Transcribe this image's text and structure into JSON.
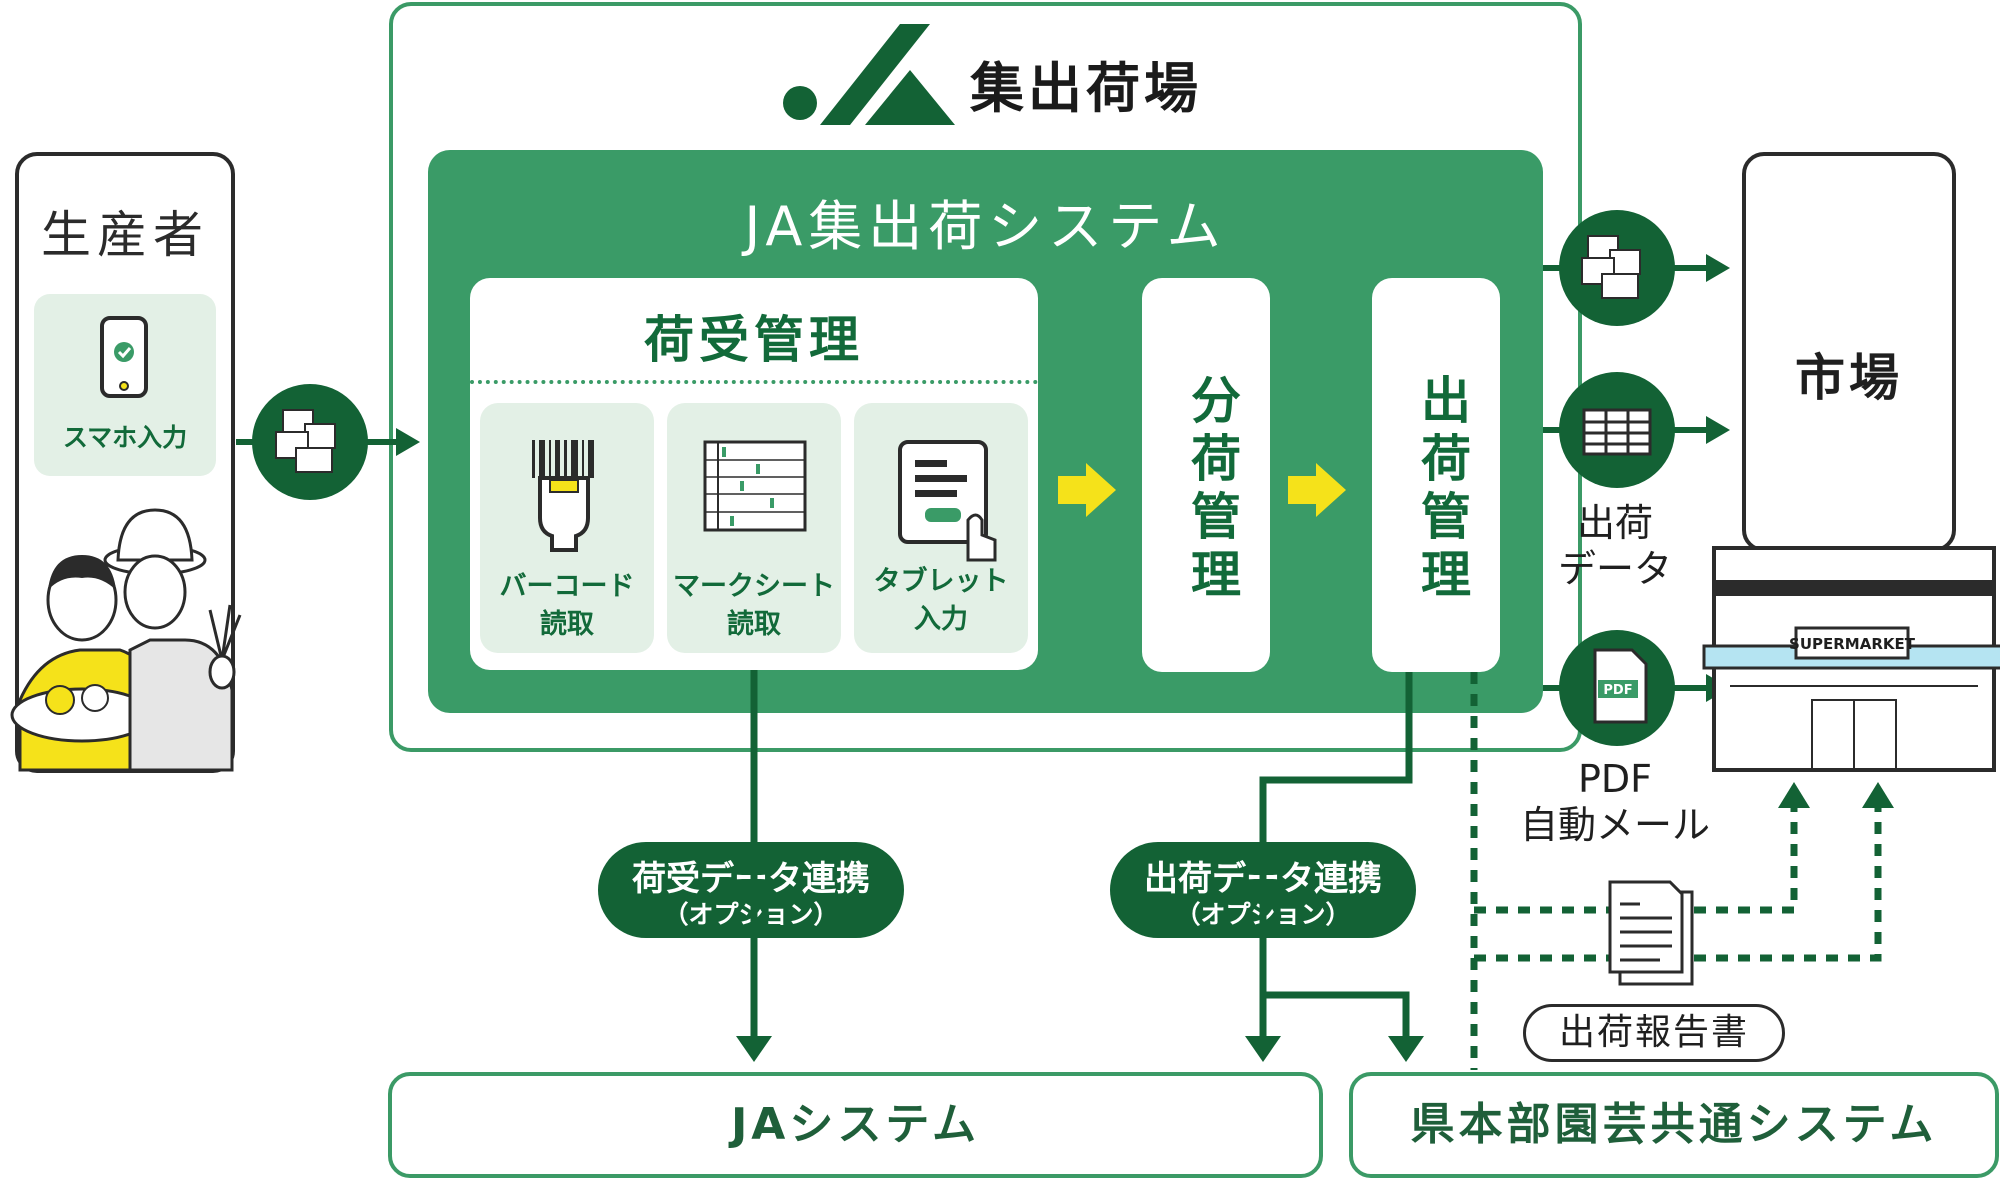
{
  "producer": {
    "title": "生産者",
    "input_label": "スマホ入力"
  },
  "facility": {
    "title": "集出荷場"
  },
  "system": {
    "title": "JA集出荷システム",
    "receive": {
      "title": "荷受管理",
      "methods": [
        {
          "line1": "バーコード",
          "line2": "読取",
          "icon": "barcode-scanner-icon"
        },
        {
          "line1": "マークシート",
          "line2": "読取",
          "icon": "mark-sheet-icon"
        },
        {
          "line1": "タブレット",
          "line2": "入力",
          "icon": "tablet-icon"
        }
      ]
    },
    "sorting": "分荷管理",
    "shipping": "出荷管理"
  },
  "market": {
    "title": "市場",
    "supermarket_sign": "SUPERMARKET"
  },
  "outputs": {
    "shipping_data": [
      "出荷",
      "データ"
    ],
    "pdf_icon": "PDF",
    "pdf_mail": [
      "PDF",
      "自動メール"
    ]
  },
  "links": {
    "receive": {
      "title": "荷受データ連携",
      "note": "（オプション）"
    },
    "ship": {
      "title": "出荷データ連携",
      "note": "（オプション）"
    }
  },
  "report": {
    "label": "出荷報告書"
  },
  "bottom": {
    "ja_system": "JAシステム",
    "pref_system": "県本部園芸共通システム"
  },
  "colors": {
    "green_dark": "#136235",
    "green": "#3a9b67",
    "green_light": "#e3f0e6",
    "yellow": "#f5e21a"
  }
}
